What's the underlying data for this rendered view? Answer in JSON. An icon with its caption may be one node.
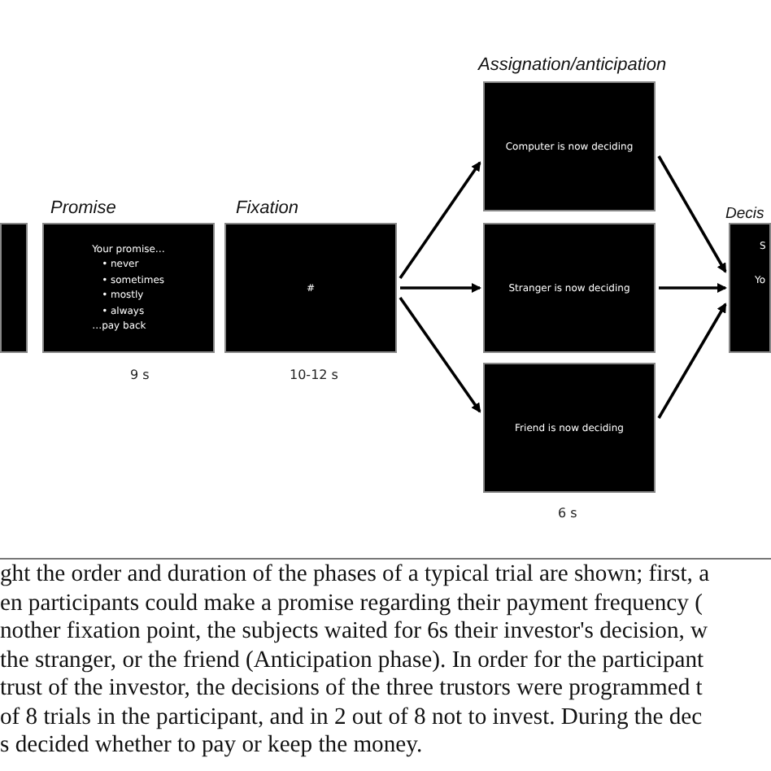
{
  "diagram": {
    "nodes": [
      {
        "text": [],
        "shape": "box"
      },
      {
        "text": [
          "Promise",
          "Your promise…",
          "• never",
          "• sometimes",
          "• mostly",
          "• always",
          "…pay back"
        ],
        "beside": [
          "9 s"
        ]
      },
      {
        "text": [
          "Fixation",
          "#"
        ],
        "beside": [
          "10-12 s"
        ]
      },
      {
        "text": [
          "Computer is now deciding"
        ]
      },
      {
        "text": [
          "Stranger is now deciding"
        ]
      },
      {
        "text": [
          "Friend is now deciding"
        ],
        "beside": [
          "6 s"
        ]
      },
      {
        "text": [
          "Decis",
          "S",
          "Yo"
        ]
      }
    ],
    "edges": [
      {
        "from": 2,
        "to": 3,
        "arrow": "to"
      },
      {
        "from": 2,
        "to": 4,
        "arrow": "to"
      },
      {
        "from": 2,
        "to": 5,
        "arrow": "to"
      },
      {
        "from": 3,
        "to": 6,
        "arrow": "to"
      },
      {
        "from": 4,
        "to": 6,
        "arrow": "to"
      },
      {
        "from": 5,
        "to": 6,
        "arrow": "to"
      }
    ],
    "labels": [
      "Assignation/anticipation",
      "ght the order and duration of the phases of a typical trial are shown; first, a",
      "en participants could make a promise regarding their payment frequency (",
      "nother fixation point, the subjects waited for 6s their investor's decision, w",
      "the stranger, or the friend (Anticipation phase). In order for the participant",
      "trust of the investor, the decisions of the three trustors were programmed t",
      "of 8 trials in the participant, and in 2 out of 8 not to invest. During the dec",
      "s decided whether to pay or keep the money."
    ]
  }
}
